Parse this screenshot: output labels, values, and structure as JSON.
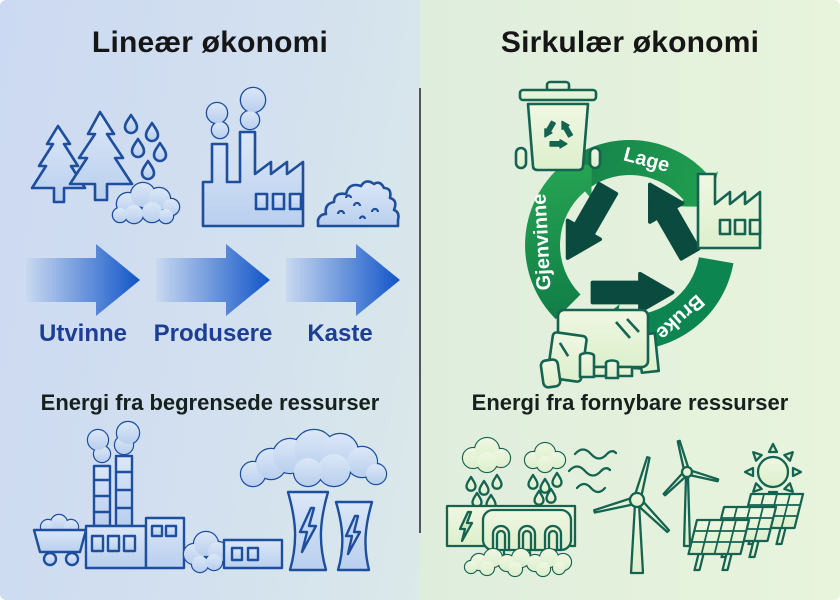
{
  "left": {
    "title": "Lineær økonomi",
    "steps": [
      {
        "label": "Utvinne",
        "icon": "trees-raindrops-rocks-icon"
      },
      {
        "label": "Produsere",
        "icon": "factory-smoke-icon"
      },
      {
        "label": "Kaste",
        "icon": "waste-pile-icon"
      }
    ],
    "flow_arrows": 3,
    "energy_heading": "Energi fra begrensede ressurser",
    "energy_icons": [
      "coal-cart-icon",
      "coal-power-plant-icon",
      "coal-pile-icon",
      "nuclear-cooling-towers-icon",
      "smoke-clouds-icon"
    ]
  },
  "right": {
    "title": "Sirkulær økonomi",
    "cycle": {
      "labels": {
        "make": "Lage",
        "use": "Bruke",
        "recycle": "Gjenvinne"
      },
      "center_icon": "recycling-symbol-icon",
      "icons": [
        "waste-bin-icon",
        "factory-icon",
        "electronics-icon"
      ]
    },
    "energy_heading": "Energi fra fornybare ressurser",
    "energy_icons": [
      "rain-clouds-icon",
      "hydro-dam-icon",
      "wind-icon",
      "wind-turbines-icon",
      "sun-icon",
      "solar-panels-icon"
    ]
  },
  "colors": {
    "left_outline": "#1d4f9e",
    "left_arrow_dark": "#1456c5",
    "left_label_text": "#1c3f94",
    "right_outline": "#156351",
    "cycle_green": "#1b9a4c",
    "cycle_dark_green": "#0d8550",
    "center_symbol": "#0b4a3e",
    "title_text": "#161616"
  }
}
